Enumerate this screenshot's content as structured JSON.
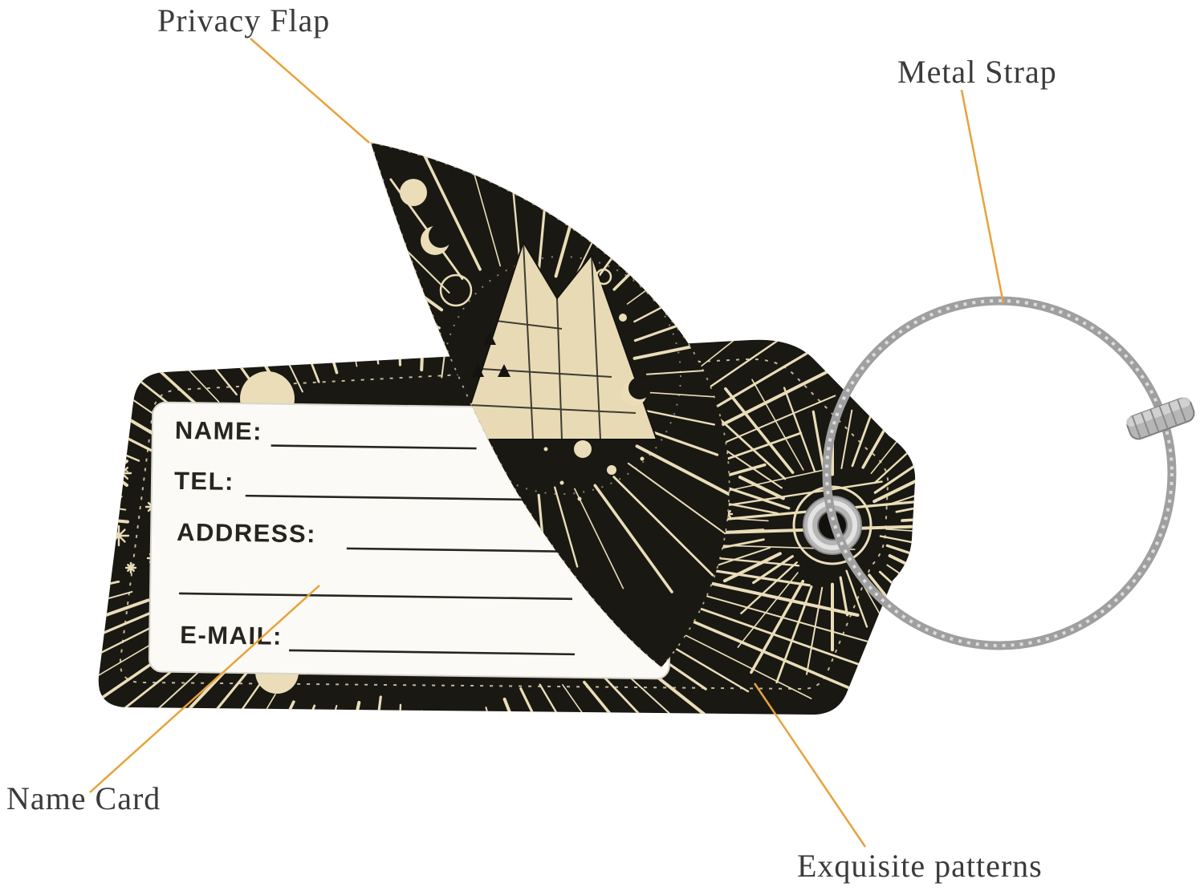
{
  "annotations": {
    "privacy_flap": "Privacy Flap",
    "metal_strap": "Metal Strap",
    "name_card": "Name Card",
    "exquisite_patterns": "Exquisite patterns"
  },
  "card": {
    "fields": [
      {
        "label": "NAME:"
      },
      {
        "label": "TEL:"
      },
      {
        "label": "ADDRESS:"
      },
      {
        "label": "E-MAIL:"
      }
    ]
  },
  "colors": {
    "leader_line": "#E8A23B",
    "tag_black": "#191813",
    "pattern_cream": "#EADDB8",
    "card_white": "#FBFAF6",
    "metal_silver": "#BFBFBF"
  }
}
